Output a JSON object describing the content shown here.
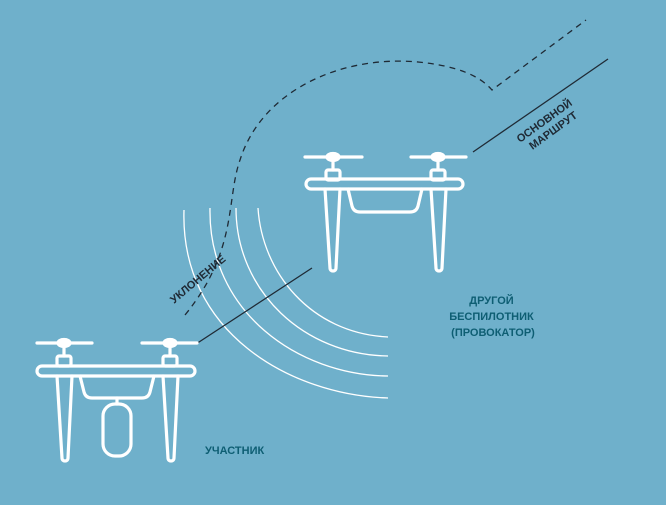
{
  "colors": {
    "background": "#6fb0cb",
    "drone_line": "#ffffff",
    "route_line": "#1f2a35",
    "label_dark": "#1f2a35",
    "label_teal": "#0e5e73"
  },
  "labels": {
    "main_route": [
      "ОСНОВНОЙ",
      "МАРШРУТ"
    ],
    "evasion": "УКЛОНЕНИЕ",
    "other_drone": [
      "ДРУГОЙ",
      "БЕСПИЛОТНИК",
      "(ПРОВОКАТОР)"
    ],
    "participant": "УЧАСТНИК"
  },
  "icons": {
    "participant_drone": "drone-with-payload-icon",
    "provocateur_drone": "drone-icon"
  }
}
